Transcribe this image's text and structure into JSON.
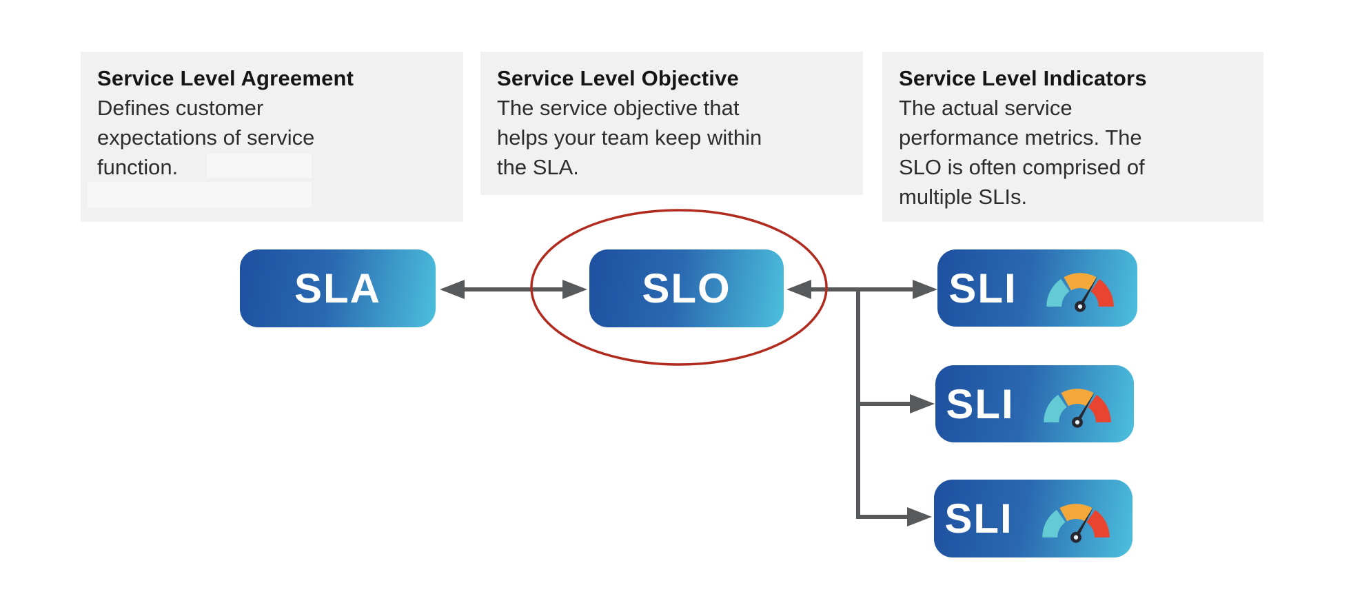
{
  "colors": {
    "desc_bg": "#f1f1f1",
    "redact_bg": "#f7f7f7",
    "text_title": "#151515",
    "text_body": "#2d2d2d",
    "node_grad_start": "#1e509f",
    "node_grad_mid": "#2a68b0",
    "node_grad_end": "#4cc0dd",
    "arrow_gray": "#58595b",
    "ellipse_red": "#b02a1e",
    "gauge_teal": "#64cbd5",
    "gauge_orange": "#f5a83a",
    "gauge_red": "#e84430",
    "needle_dark": "#27272f"
  },
  "descriptions": [
    {
      "title": "Service Level Agreement",
      "lines": [
        "Defines customer",
        "expectations of service",
        "function."
      ]
    },
    {
      "title": "Service Level Objective",
      "lines": [
        "The service objective that",
        "helps your team keep within",
        "the SLA."
      ]
    },
    {
      "title": "Service Level Indicators",
      "lines": [
        "The actual service",
        "performance metrics. The",
        "SLO is often comprised of",
        "multiple SLIs."
      ]
    }
  ],
  "nodes": {
    "sla": "SLA",
    "slo": "SLO",
    "sli": "SLI"
  }
}
